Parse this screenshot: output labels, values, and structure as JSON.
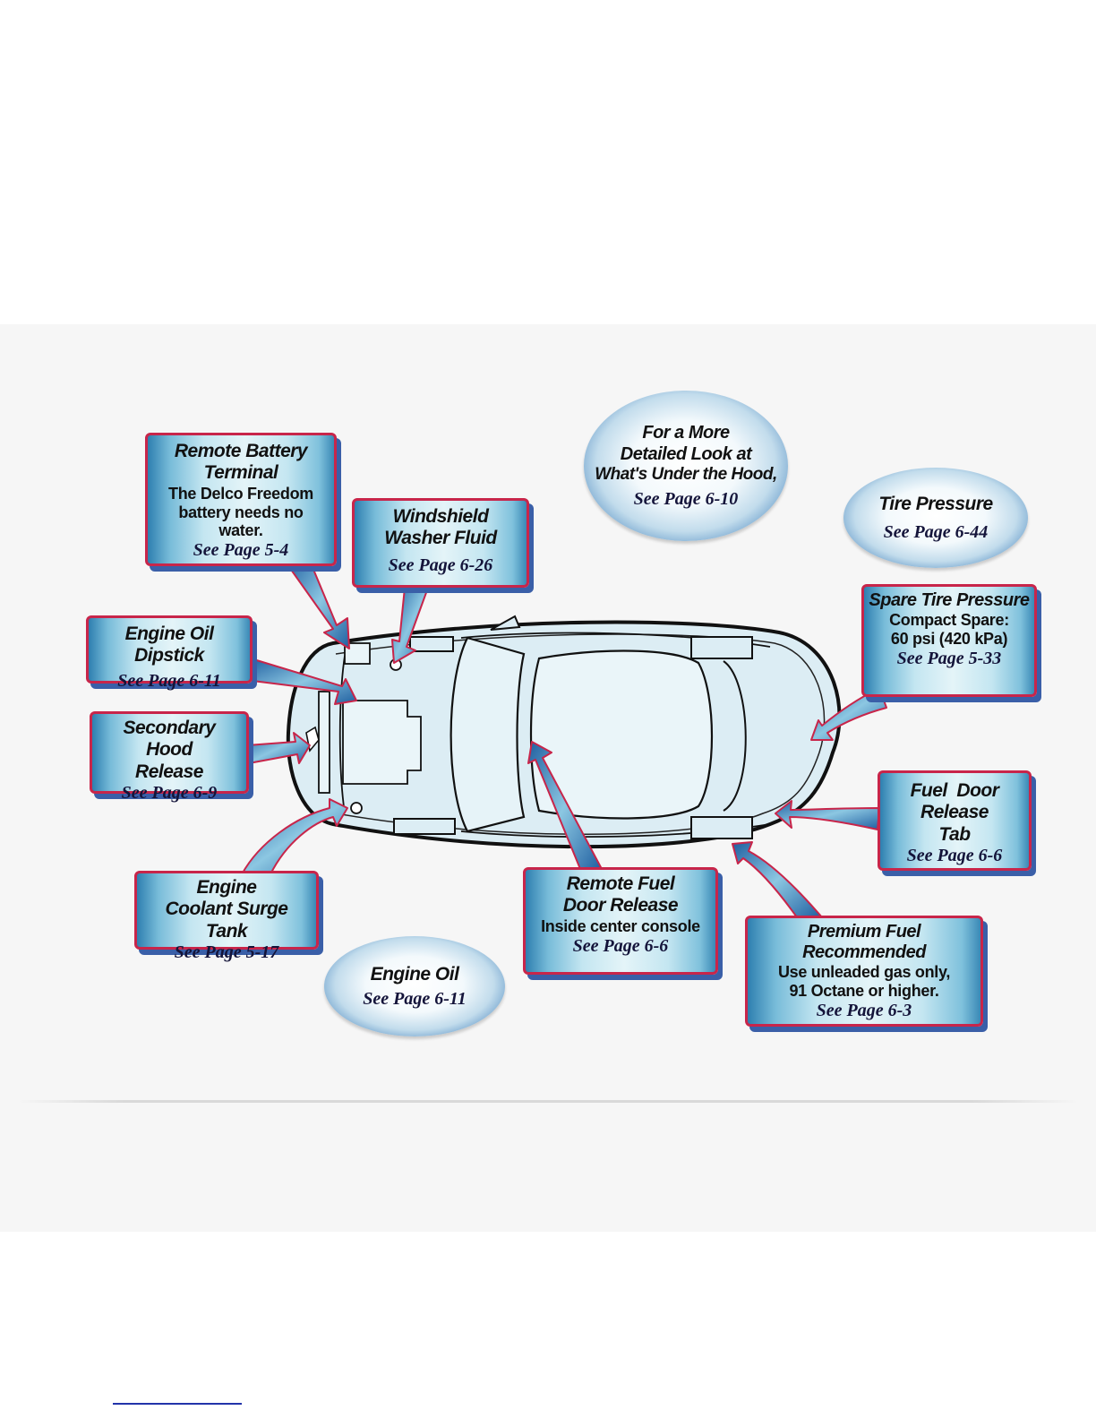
{
  "colors": {
    "callout_border": "#c8254a",
    "callout_shadow": "#3a5fa8",
    "callout_fill_light": "#e4f4f8",
    "callout_fill_dark": "#2e7fb0",
    "oval_rim": "#1c4f92",
    "car_body_tint": "#dcedf4",
    "car_outline": "#111111",
    "page_panel": "#f6f6f6"
  },
  "callouts": {
    "battery": {
      "title": "Remote Battery Terminal",
      "text": "The Delco Freedom battery needs no water.",
      "ref": "See Page 5-4"
    },
    "washer": {
      "title": "Windshield Washer Fluid",
      "ref": "See Page 6-26"
    },
    "dipstick": {
      "title": "Engine Oil Dipstick",
      "ref": "See Page 6-11"
    },
    "hood": {
      "title": "Secondary Hood Release",
      "ref": "See Page 6-9"
    },
    "coolant": {
      "title": "Engine Coolant Surge Tank",
      "ref": "See Page 5-17"
    },
    "remote_fuel": {
      "title": "Remote Fuel  Door Release",
      "text": "Inside center console",
      "ref": "See Page 6-6"
    },
    "premium": {
      "title": "Premium Fuel Recommended",
      "text1": "Use unleaded gas only,",
      "text2": "91 Octane or higher.",
      "ref": "See Page 6-3"
    },
    "fuel_tab": {
      "title": "Fuel  Door Release Tab",
      "ref": "See Page 6-6"
    },
    "spare": {
      "title": "Spare Tire Pressure",
      "text1": "Compact Spare:",
      "text2": "60 psi (420 kPa)",
      "ref": "See Page 5-33"
    }
  },
  "ovals": {
    "under_hood": {
      "line1": "For a More",
      "line2": "Detailed Look at",
      "line3": "What's Under the Hood,",
      "ref": "See Page 6-10"
    },
    "tire": {
      "title": "Tire Pressure",
      "ref": "See Page 6-44"
    },
    "engine_oil": {
      "title": "Engine Oil",
      "ref": "See Page 6-11"
    }
  }
}
